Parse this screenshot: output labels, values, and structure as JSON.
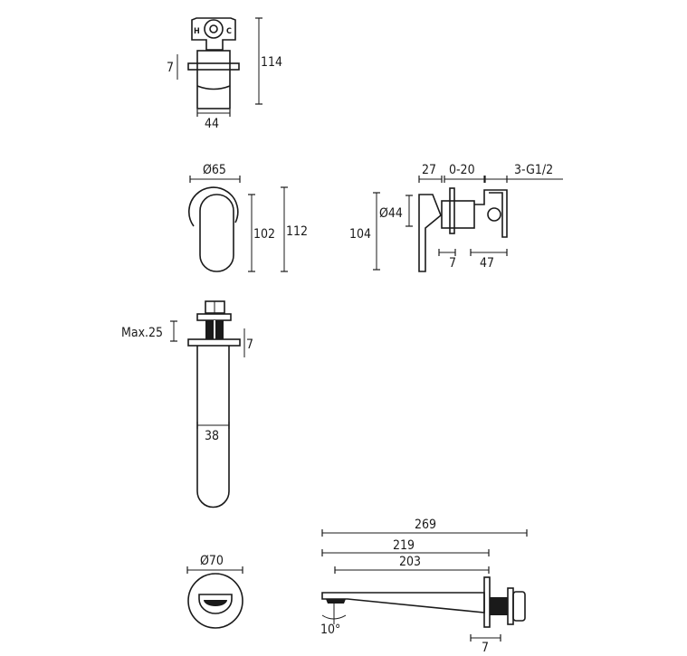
{
  "drawing": {
    "line_color": "#1a1a1a",
    "background": "#ffffff",
    "valve_top_view": {
      "height": "114",
      "flange": "7",
      "width": "44",
      "hot_mark": "H",
      "cold_mark": "C"
    },
    "handle_front_view": {
      "escutcheon_diameter": "Ø65",
      "handle_height": "102",
      "overall_height": "112"
    },
    "valve_side_view": {
      "overall_height": "104",
      "body_diameter": "Ø44",
      "handle_depth": "27",
      "adjust_range": "0-20",
      "thread": "3-G1/2",
      "flange": "7",
      "body_depth": "47"
    },
    "spout_front_view": {
      "max_wall": "Max.25",
      "flange": "7",
      "width": "38"
    },
    "spout_end_view": {
      "diameter": "Ø70"
    },
    "spout_side_view": {
      "overall_length": "269",
      "projection": "219",
      "spout_length": "203",
      "angle": "10°",
      "flange": "7"
    }
  }
}
